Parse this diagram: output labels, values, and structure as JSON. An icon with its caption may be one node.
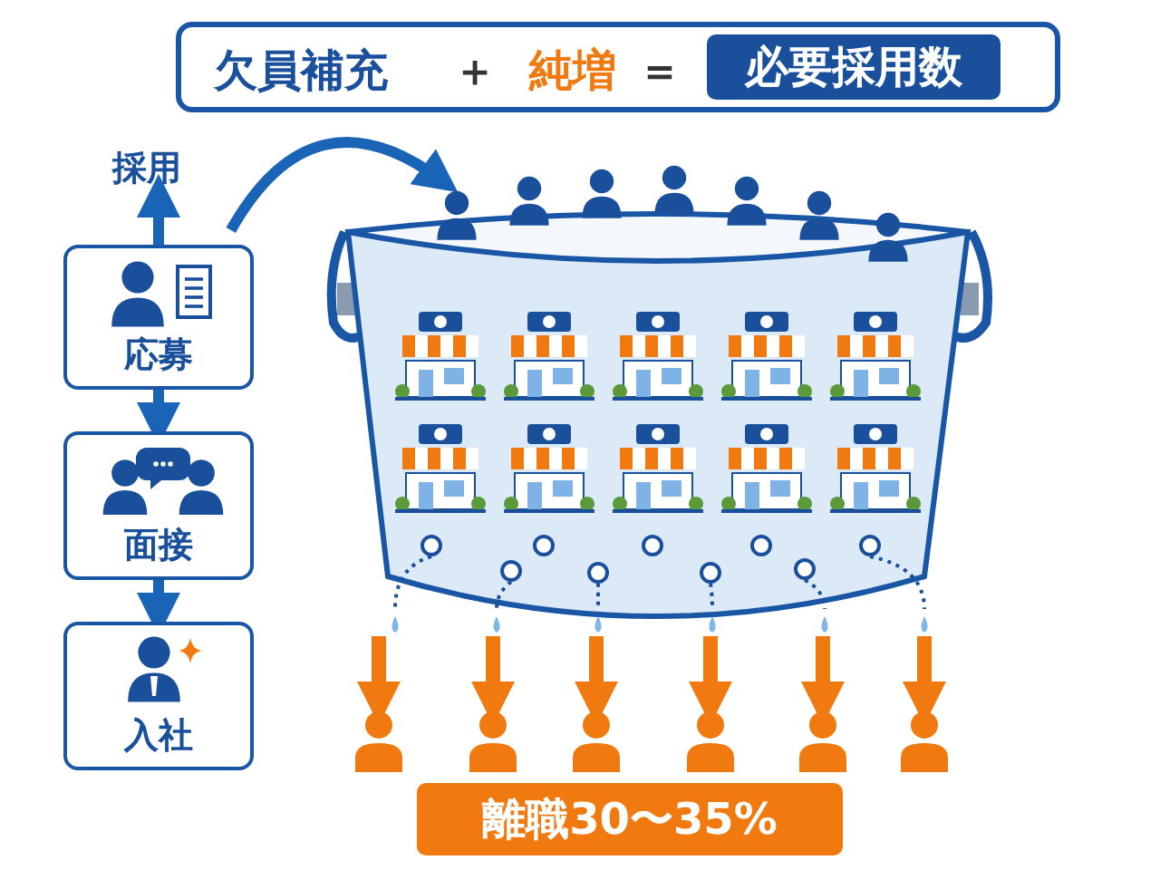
{
  "diagram": {
    "nodes": [
      {
        "text": [
          "欠員補充",
          "＋",
          "純増",
          "＝"
        ]
      },
      {
        "text": [
          "必要採用数"
        ],
        "in": 0
      },
      {
        "text": [
          "採用"
        ]
      },
      {
        "text": [
          "応募"
        ]
      },
      {
        "text": [
          "面接"
        ]
      },
      {
        "text": [
          "入社"
        ]
      },
      {
        "text": [],
        "shape": "picture"
      },
      {
        "text": [],
        "shape": "person"
      },
      {
        "text": [],
        "shape": "person"
      },
      {
        "text": [],
        "shape": "person"
      },
      {
        "text": [],
        "shape": "person"
      },
      {
        "text": [],
        "shape": "person"
      },
      {
        "text": [],
        "shape": "person"
      },
      {
        "text": [
          "離職30〜35%"
        ]
      }
    ],
    "edges": [
      {
        "from": 3,
        "to": 2,
        "arrow": "to",
        "color": "#1a64b8"
      },
      {
        "from": 3,
        "to": 6,
        "arrow": "to",
        "color": "#1a64b8"
      },
      {
        "from": 3,
        "to": 4,
        "arrow": "to",
        "color": "#1a64b8"
      },
      {
        "from": 4,
        "to": 5,
        "arrow": "to",
        "color": "#1a64b8"
      },
      {
        "from": 6,
        "to": 7,
        "arrow": "to"
      },
      {
        "from": 6,
        "to": 8,
        "arrow": "to"
      },
      {
        "from": 6,
        "to": 9,
        "arrow": "to"
      },
      {
        "from": 6,
        "to": 10,
        "arrow": "to"
      },
      {
        "from": 6,
        "to": 11,
        "arrow": "to"
      },
      {
        "from": 6,
        "to": 12,
        "arrow": "to"
      }
    ]
  }
}
